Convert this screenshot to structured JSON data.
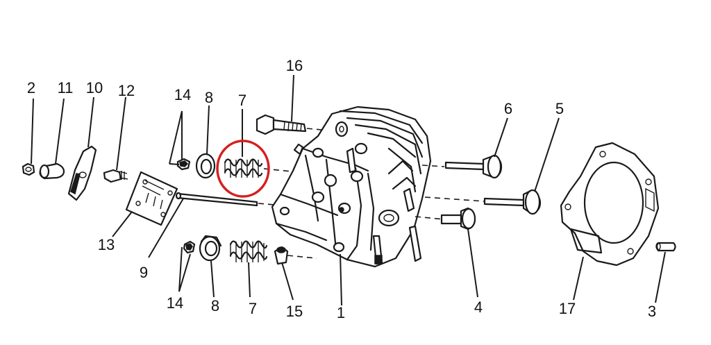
{
  "labels": {
    "part_1": "1",
    "part_2": "2",
    "part_3": "3",
    "part_4": "4",
    "part_5": "5",
    "part_6": "6",
    "part_7_top": "7",
    "part_7_bottom": "7",
    "part_8_top": "8",
    "part_8_bottom": "8",
    "part_9": "9",
    "part_10": "10",
    "part_11": "11",
    "part_12": "12",
    "part_13": "13",
    "part_14_top": "14",
    "part_14_bottom": "14",
    "part_15": "15",
    "part_16": "16",
    "part_17": "17"
  },
  "highlight": {
    "color": "#d42020",
    "target": "7"
  }
}
